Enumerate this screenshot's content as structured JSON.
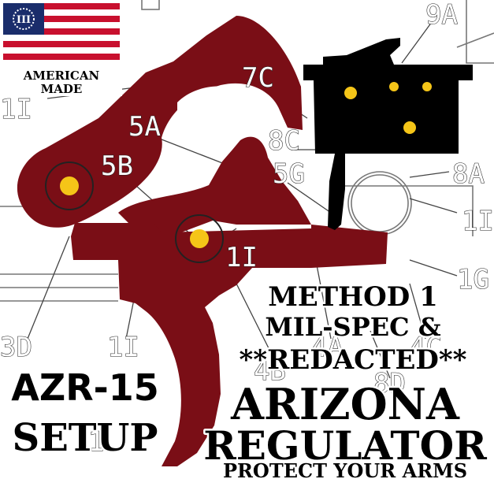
{
  "badge": {
    "line1": "AMERICAN",
    "line2": "MADE",
    "canton_mark": "III",
    "colors": {
      "red": "#c8102e",
      "white": "#ffffff",
      "blue": "#1a2d6b"
    }
  },
  "part_labels": [
    "9A",
    "7C",
    "1I",
    "5A",
    "8C",
    "5B",
    "5G",
    "8A",
    "1I",
    "1I",
    "1G",
    "3D",
    "1I",
    "4A",
    "4C",
    "4B",
    "8D",
    "1"
  ],
  "headline": {
    "method": "METHOD 1",
    "compat_line1": "MIL-SPEC &",
    "compat_line2": "**REDACTED**",
    "brand_line1": "ARIZONA",
    "brand_line2": "REGULATOR",
    "tagline": "PROTECT YOUR ARMS",
    "product_line1": "AZR-15",
    "product_line2": "SETUP"
  },
  "colors": {
    "trigger_part": "#7a0e16",
    "disconnector": "#000000",
    "pin": "#f5c518",
    "text": "#000000",
    "outline": "#ffffff"
  }
}
